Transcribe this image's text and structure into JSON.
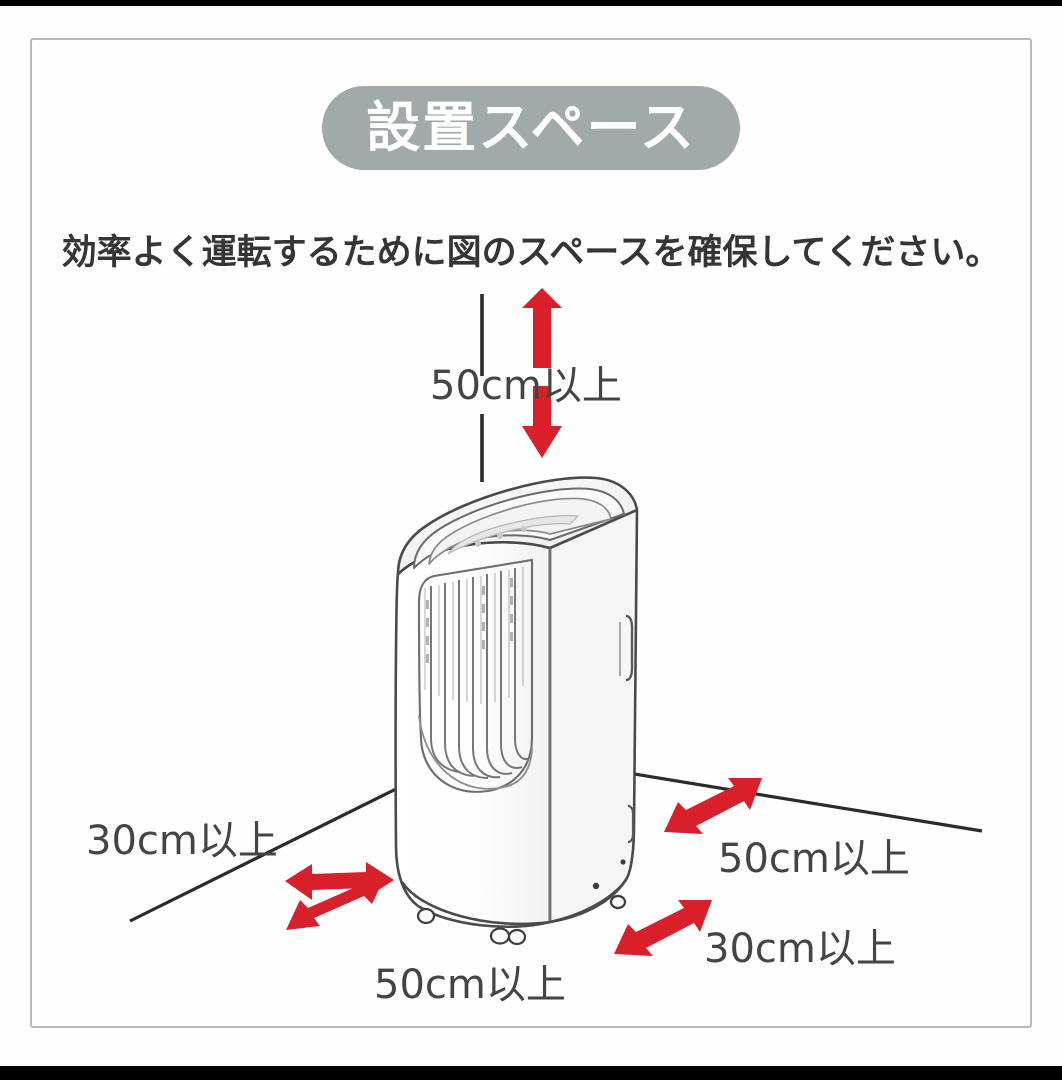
{
  "page": {
    "background_color": "#fdfdfd",
    "letterbox_color": "#000000",
    "frame_border_color": "#b9b9b9"
  },
  "header": {
    "pill_label": "設置スペース",
    "pill_background": "#a0aaab",
    "pill_text_color": "#ffffff"
  },
  "instruction": {
    "text": "効率よく運転するために図のスペースを確保してください。",
    "color": "#353535"
  },
  "diagram": {
    "type": "installation-clearance",
    "subject": "portable-air-conditioner",
    "arrow_color": "#d81f2a",
    "line_color": "#2b2b2b",
    "unit_outline_color": "#4a4a4a",
    "clearances": [
      {
        "id": "top",
        "label": "50cm以上",
        "direction": "vertical-double",
        "position": "above-unit"
      },
      {
        "id": "left-rear",
        "label": "30cm以上",
        "direction": "horizontal-double",
        "position": "left-of-unit"
      },
      {
        "id": "right-rear",
        "label": "50cm以上",
        "direction": "diagonal-up-left",
        "position": "right-of-unit"
      },
      {
        "id": "right-front",
        "label": "30cm以上",
        "direction": "diagonal-up-left",
        "position": "lower-right-of-unit"
      },
      {
        "id": "front",
        "label": "50cm以上",
        "direction": "diagonal-down-left",
        "position": "below-unit"
      }
    ]
  }
}
